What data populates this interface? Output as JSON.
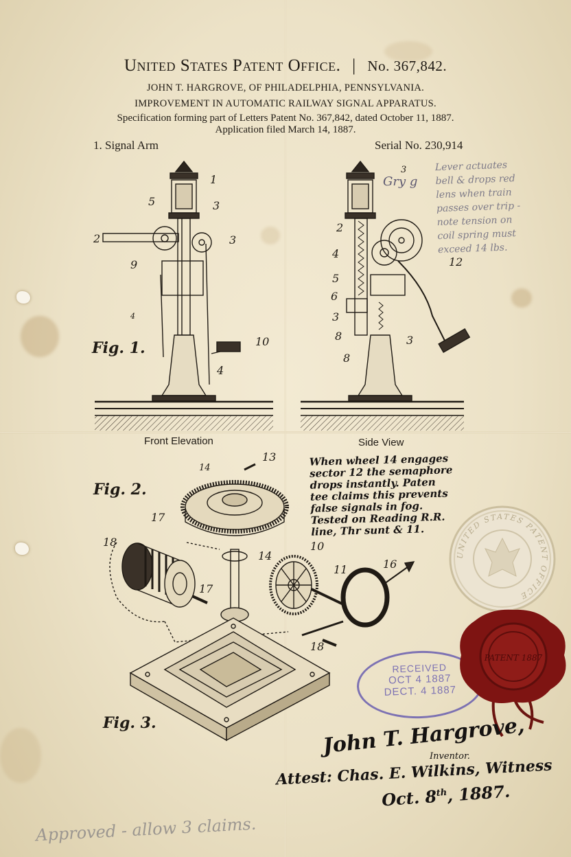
{
  "header": {
    "office": "United States Patent Office.",
    "patent_no": "No. 367,842.",
    "inventor_line": "JOHN T. HARGROVE, OF PHILADELPHIA, PENNSYLVANIA.",
    "title": "IMPROVEMENT IN AUTOMATIC RAILWAY SIGNAL APPARATUS.",
    "specification": "Specification forming part of Letters Patent No. 367,842, dated October 11, 1887.",
    "filed": "Application filed March 14, 1887.",
    "subtitle_left": "1. Signal Arm",
    "serial": "Serial No. 230,914"
  },
  "figure1": {
    "label": "Fig. 1.",
    "front_caption": "Front Elevation",
    "side_caption": "Side View",
    "front_numbers": [
      "1",
      "5",
      "3",
      "2",
      "3",
      "9",
      "4",
      "4",
      "10"
    ],
    "side_numbers": [
      "3",
      "2",
      "4",
      "12",
      "5",
      "6",
      "3",
      "8",
      "3",
      "8"
    ],
    "pencil_mark": "Gry g",
    "margin_note": [
      "Lever actuates",
      "bell & drops red",
      "lens when train",
      "passes over trip -",
      "note tension on",
      "coil spring must",
      "exceed 14 lbs."
    ]
  },
  "figure2": {
    "label": "Fig. 2.",
    "numbers": [
      "13",
      "14",
      "17",
      "18",
      "14",
      "17",
      "10",
      "11",
      "16",
      "18"
    ],
    "ink_note": [
      "When wheel 14 engages",
      "sector 12 the semaphore",
      "drops instantly. Paten",
      "tee claims this prevents",
      "false signals in fog.",
      "Tested on Reading R.R.",
      "line, Thr sunt & 11."
    ]
  },
  "figure3": {
    "label": "Fig. 3."
  },
  "seal": {
    "embossed_text": "UNITED STATES PATENT OFFICE",
    "wax_text": "PATENT 1887"
  },
  "stamp": {
    "line1": "RECEIVED",
    "line2": "OCT 4 1887",
    "line3": "DECT. 4 1887"
  },
  "signature": {
    "name": "John T. Hargrove,",
    "role": "Inventor.",
    "attest": "Attest: Chas. E. Wilkins, Witness",
    "date_main": "Oct. 8",
    "date_sup": "th",
    "date_year": ", 1887."
  },
  "footer_note": "Approved - allow 3 claims.",
  "colors": {
    "paper": "#efe6cf",
    "ink": "#1f1a14",
    "stamp": "#6a5fb0",
    "wax": "#7e1412",
    "pencil": "#7d7a88"
  }
}
